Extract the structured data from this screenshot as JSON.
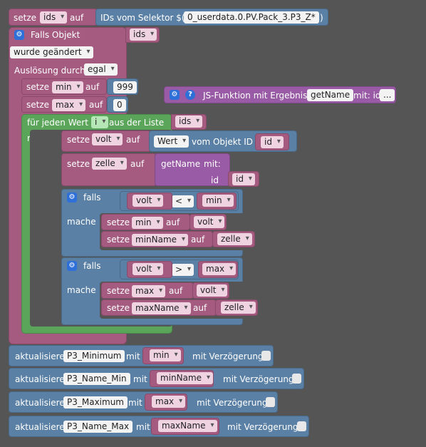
{
  "workspace": {
    "top": {
      "setze": "setze",
      "var": "ids",
      "auf": "auf",
      "selector_label": "IDs vom Selektor $(",
      "selector_value": "0_userdata.0.PV.Pack_3.P3_Z*",
      "selector_close": ")"
    },
    "trigger": {
      "falls_objekt": "Falls Objekt",
      "var": "ids",
      "changed": "wurde geändert",
      "ausloesung": "Auslösung durch",
      "ausloesung_value": "egal"
    },
    "init": {
      "setze": "setze",
      "auf": "auf",
      "min_var": "min",
      "min_value": "999",
      "max_var": "max",
      "max_value": "0"
    },
    "loop": {
      "label": "für jeden Wert",
      "var": "i",
      "from": "aus der Liste",
      "list": "ids",
      "mache": "mache",
      "set_volt": {
        "setze": "setze",
        "var": "volt",
        "auf": "auf",
        "prop": "Wert",
        "of": "vom Objekt ID",
        "id": "id"
      },
      "set_zelle": {
        "setze": "setze",
        "var": "zelle",
        "auf": "auf",
        "fn": "getName",
        "mit": "mit:",
        "param": "id",
        "arg": "id"
      },
      "if1": {
        "falls": "falls",
        "left": "volt",
        "op": "<",
        "right": "min",
        "mache": "mache",
        "set1": {
          "setze": "setze",
          "var": "min",
          "auf": "auf",
          "val": "volt"
        },
        "set2": {
          "setze": "setze",
          "var": "minName",
          "auf": "auf",
          "val": "zelle"
        }
      },
      "if2": {
        "falls": "falls",
        "left": "volt",
        "op": ">",
        "right": "max",
        "mache": "mache",
        "set1": {
          "setze": "setze",
          "var": "max",
          "auf": "auf",
          "val": "volt"
        },
        "set2": {
          "setze": "setze",
          "var": "maxName",
          "auf": "auf",
          "val": "zelle"
        }
      }
    },
    "function": {
      "label": "JS-Funktion mit Ergebnis",
      "name": "getName",
      "mit": "mit: id",
      "more": "..."
    },
    "updates": [
      {
        "label": "aktualisiere",
        "target": "P3_Minimum",
        "mit": "mit",
        "value": "min",
        "delay": "mit Verzögerung"
      },
      {
        "label": "aktualisiere",
        "target": "P3_Name_Min",
        "mit": "mit",
        "value": "minName",
        "delay": "mit Verzögerung"
      },
      {
        "label": "aktualisiere",
        "target": "P3_Maximum",
        "mit": "mit",
        "value": "max",
        "delay": "mit Verzögerung"
      },
      {
        "label": "aktualisiere",
        "target": "P3_Name_Max",
        "mit": "mit",
        "value": "maxName",
        "delay": "mit Verzögerung"
      }
    ]
  }
}
